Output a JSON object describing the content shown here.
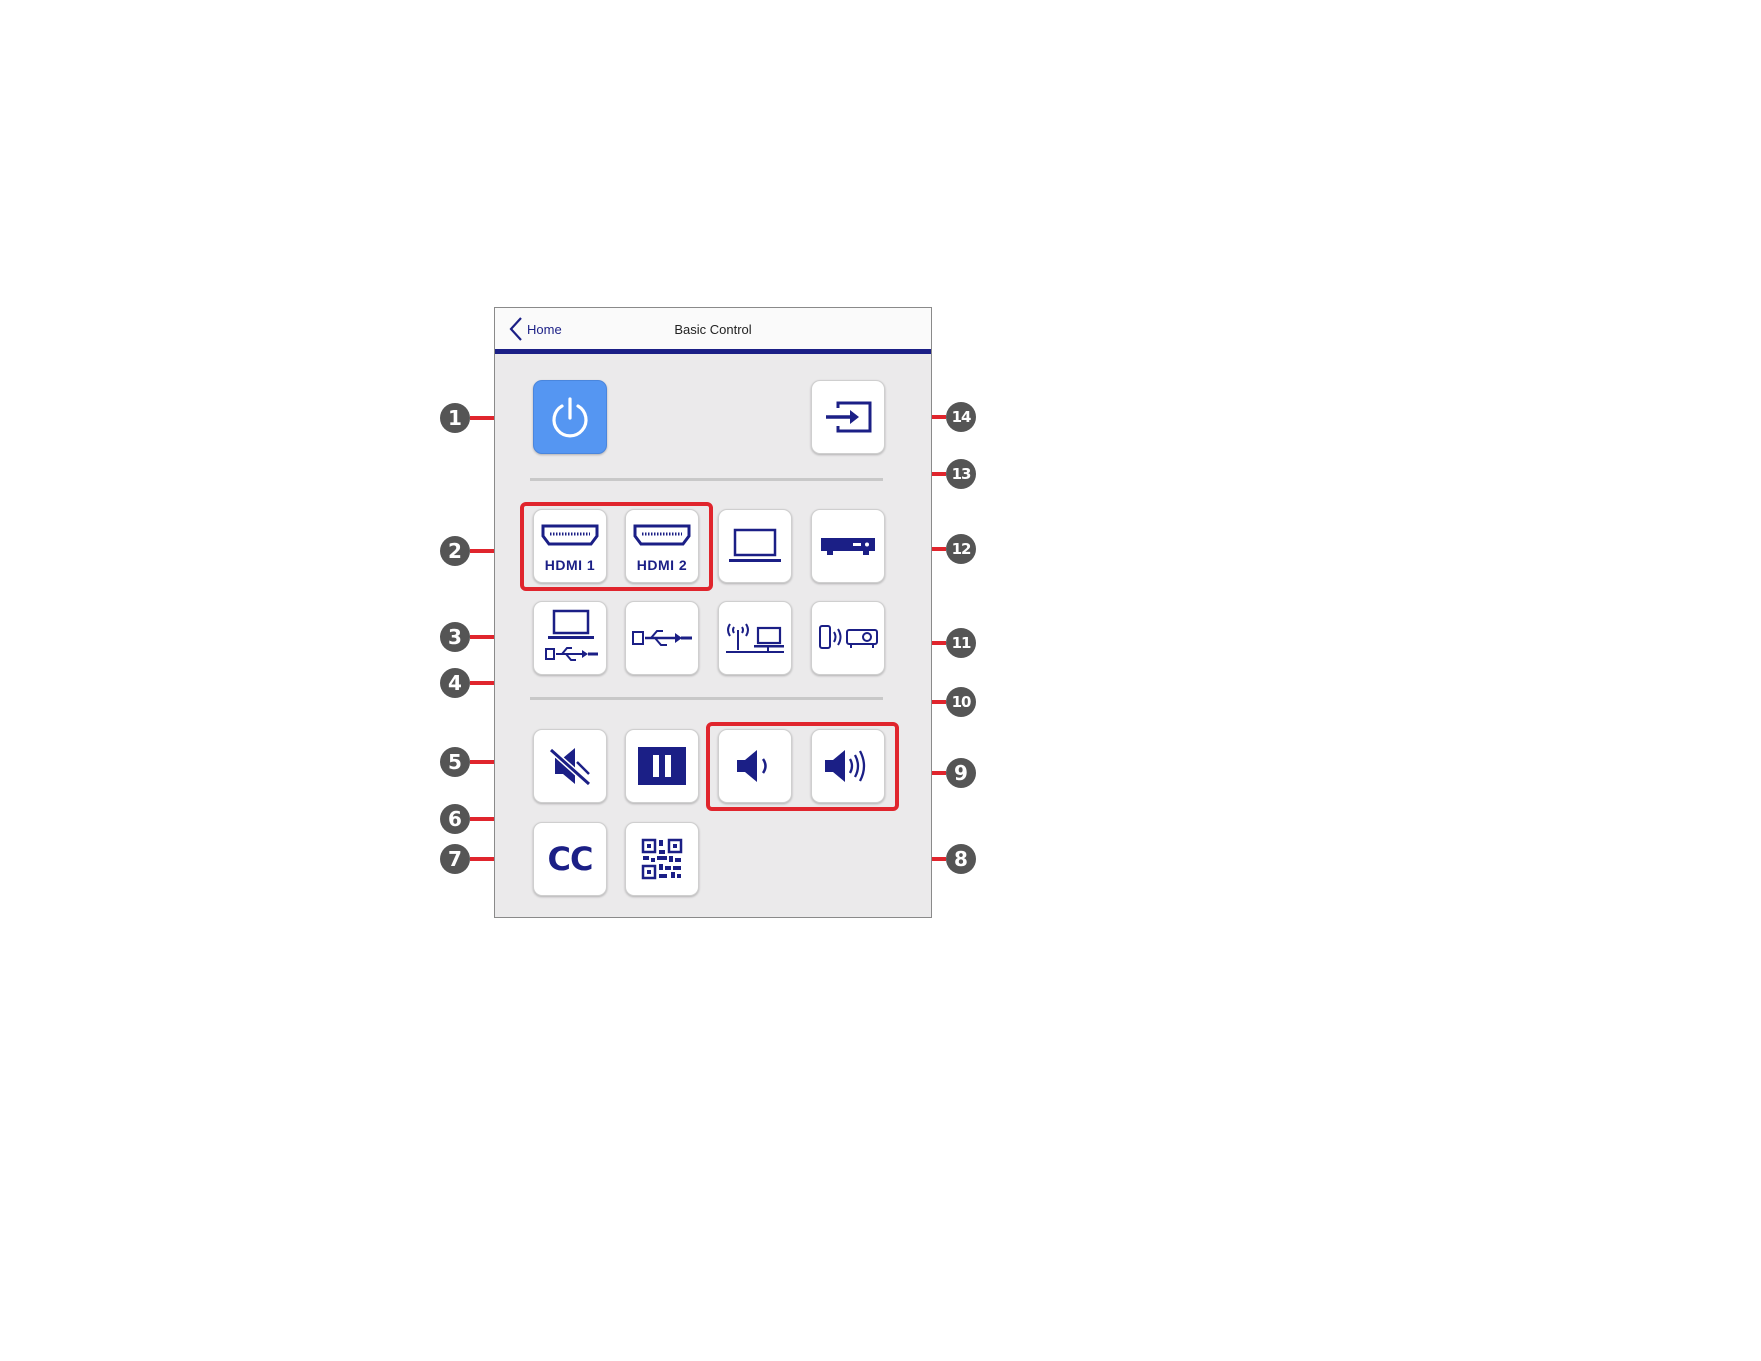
{
  "header": {
    "back_label": "Home",
    "title": "Basic Control"
  },
  "buttons": {
    "hdmi1_label": "HDMI 1",
    "hdmi2_label": "HDMI 2",
    "cc_label": "CC"
  },
  "callouts": [
    "1",
    "2",
    "3",
    "4",
    "5",
    "6",
    "7",
    "8",
    "9",
    "10",
    "11",
    "12",
    "13",
    "14"
  ],
  "colors": {
    "accent": "#1b1f86",
    "power": "#5596f2",
    "callout_line": "#e0252d",
    "badge": "#555555"
  },
  "icons": {
    "power": "power-icon",
    "input": "input-switch-icon",
    "hdmi": "hdmi-port-icon",
    "computer": "laptop-icon",
    "av_device": "video-player-icon",
    "usb_display": "usb-display-icon",
    "usb": "usb-icon",
    "network": "network-icon",
    "screen_mirroring": "screen-mirroring-icon",
    "av_mute": "av-mute-icon",
    "freeze": "freeze-icon",
    "volume_down": "volume-down-icon",
    "volume_up": "volume-up-icon",
    "closed_caption": "closed-caption-icon",
    "qr_code": "qr-code-icon"
  }
}
